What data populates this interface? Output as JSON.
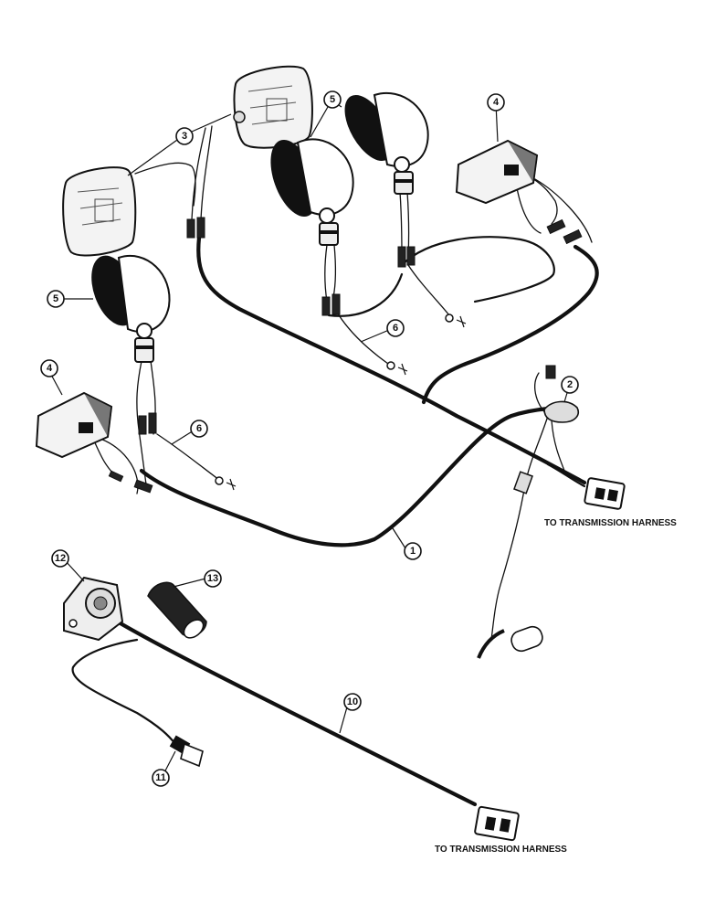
{
  "callouts": [
    {
      "id": "c1",
      "label": "1"
    },
    {
      "id": "c2",
      "label": "2"
    },
    {
      "id": "c3",
      "label": "3"
    },
    {
      "id": "c4a",
      "label": "4"
    },
    {
      "id": "c4b",
      "label": "4"
    },
    {
      "id": "c5a",
      "label": "5"
    },
    {
      "id": "c5b",
      "label": "5"
    },
    {
      "id": "c6a",
      "label": "6"
    },
    {
      "id": "c6b",
      "label": "6"
    },
    {
      "id": "c10",
      "label": "10"
    },
    {
      "id": "c11",
      "label": "11"
    },
    {
      "id": "c12",
      "label": "12"
    },
    {
      "id": "c13",
      "label": "13"
    }
  ],
  "labels": {
    "harness_upper": "TO TRANSMISSION HARNESS",
    "harness_lower": "TO TRANSMISSION HARNESS"
  }
}
